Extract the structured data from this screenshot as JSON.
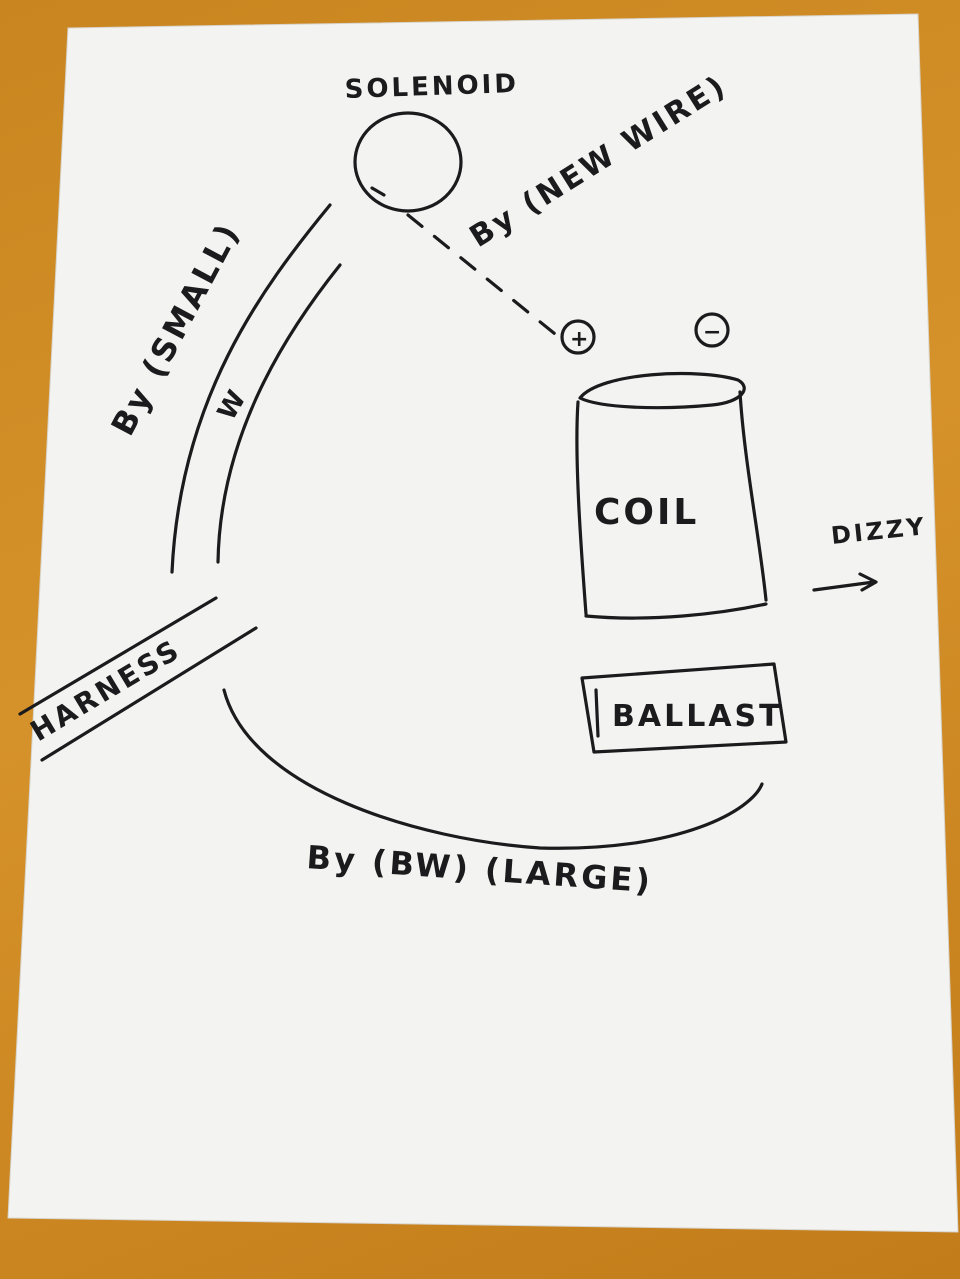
{
  "labels": {
    "solenoid": "SOLENOID",
    "new_wire": "By (NEW WIRE)",
    "small": "By (SMALL)",
    "small_mark": "W",
    "coil": "COIL",
    "dizzy": "DIZZY",
    "plus": "+",
    "minus": "−",
    "ballast": "BALLAST",
    "harness": "HARNESS",
    "large": "By (BW) (LARGE)"
  }
}
